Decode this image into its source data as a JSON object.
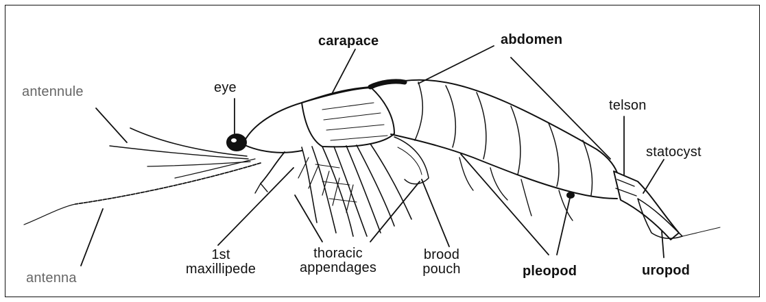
{
  "diagram": {
    "labels": {
      "antennule": "antennule",
      "eye": "eye",
      "carapace": "carapace",
      "abdomen": "abdomen",
      "telson": "telson",
      "statocyst": "statocyst",
      "antenna": "antenna",
      "first_maxillipede_line1": "1st",
      "first_maxillipede_line2": "maxillipede",
      "thoracic_line1": "thoracic",
      "thoracic_line2": "appendages",
      "brood_line1": "brood",
      "brood_line2": "pouch",
      "pleopod": "pleopod",
      "uropod": "uropod"
    }
  }
}
